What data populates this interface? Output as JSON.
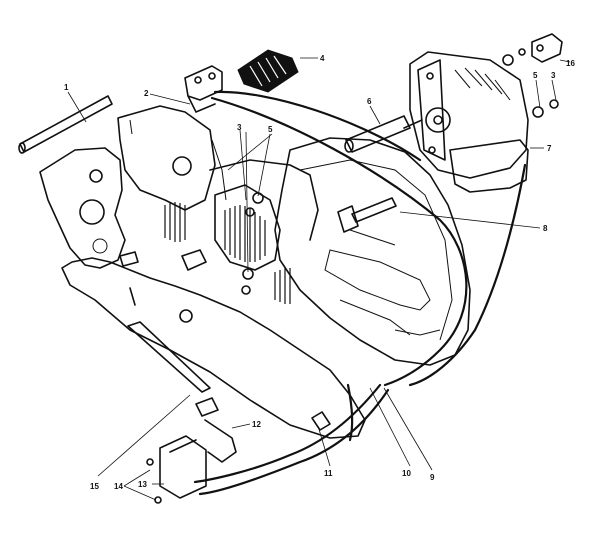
{
  "callouts": {
    "c1": "1",
    "c2": "2",
    "c3a": "3",
    "c3b": "3",
    "c4": "4",
    "c5a": "5",
    "c5b": "5",
    "c6": "6",
    "c7": "7",
    "c8": "8",
    "c9": "9",
    "c10": "10",
    "c11": "11",
    "c12": "12",
    "c13": "13",
    "c14": "14",
    "c15": "15",
    "c16": "16"
  }
}
